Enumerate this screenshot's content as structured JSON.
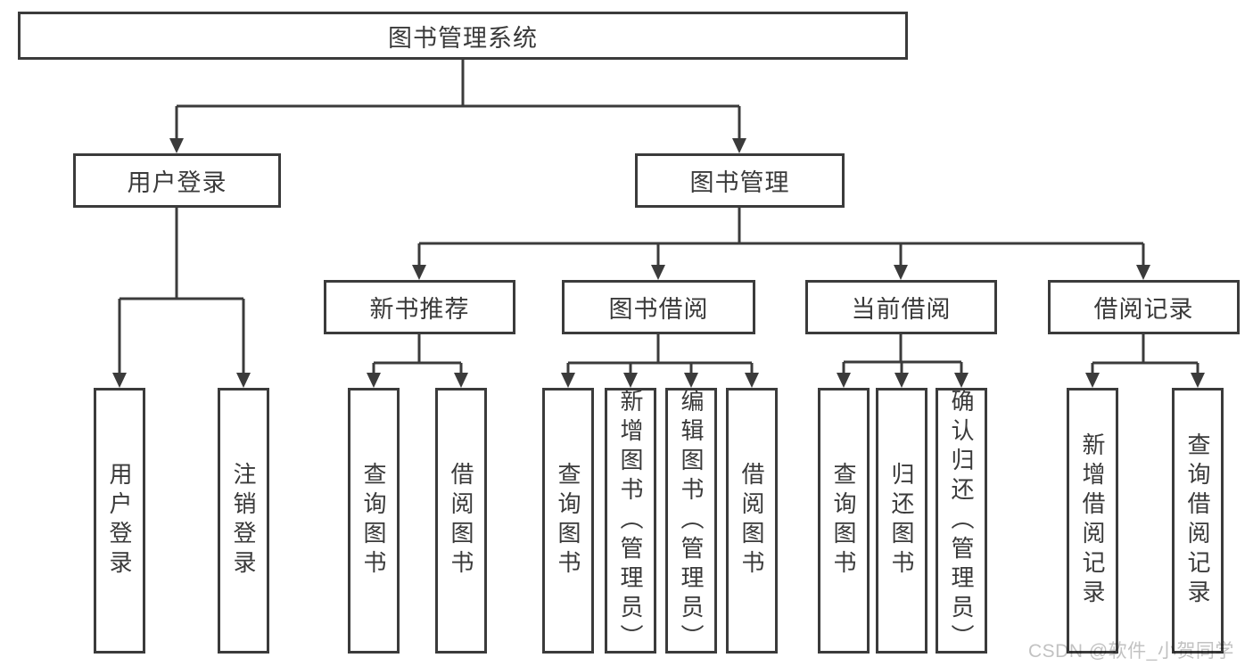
{
  "tree": {
    "root": {
      "label": "图书管理系统"
    },
    "level2": [
      {
        "id": "user-login",
        "label": "用户登录",
        "children": [
          {
            "label": "用户登录"
          },
          {
            "label": "注销登录"
          }
        ]
      },
      {
        "id": "book-management",
        "label": "图书管理",
        "children": [
          {
            "label": "新书推荐",
            "children": [
              {
                "label": "查询图书"
              },
              {
                "label": "借阅图书"
              }
            ]
          },
          {
            "label": "图书借阅",
            "children": [
              {
                "label": "查询图书"
              },
              {
                "label": "新增图书（管理员）"
              },
              {
                "label": "编辑图书（管理员）"
              },
              {
                "label": "借阅图书"
              }
            ]
          },
          {
            "label": "当前借阅",
            "children": [
              {
                "label": "查询图书"
              },
              {
                "label": "归还图书"
              },
              {
                "label": "确认归还（管理员）"
              }
            ]
          },
          {
            "label": "借阅记录",
            "children": [
              {
                "label": "新增借阅记录"
              },
              {
                "label": "查询借阅记录"
              }
            ]
          }
        ]
      }
    ]
  },
  "watermark": "CSDN @软件_小贺同学",
  "colors": {
    "line": "#3b3b3b",
    "text": "#3a3a3a",
    "watermark": "#c2c2c2",
    "background": "#ffffff"
  }
}
